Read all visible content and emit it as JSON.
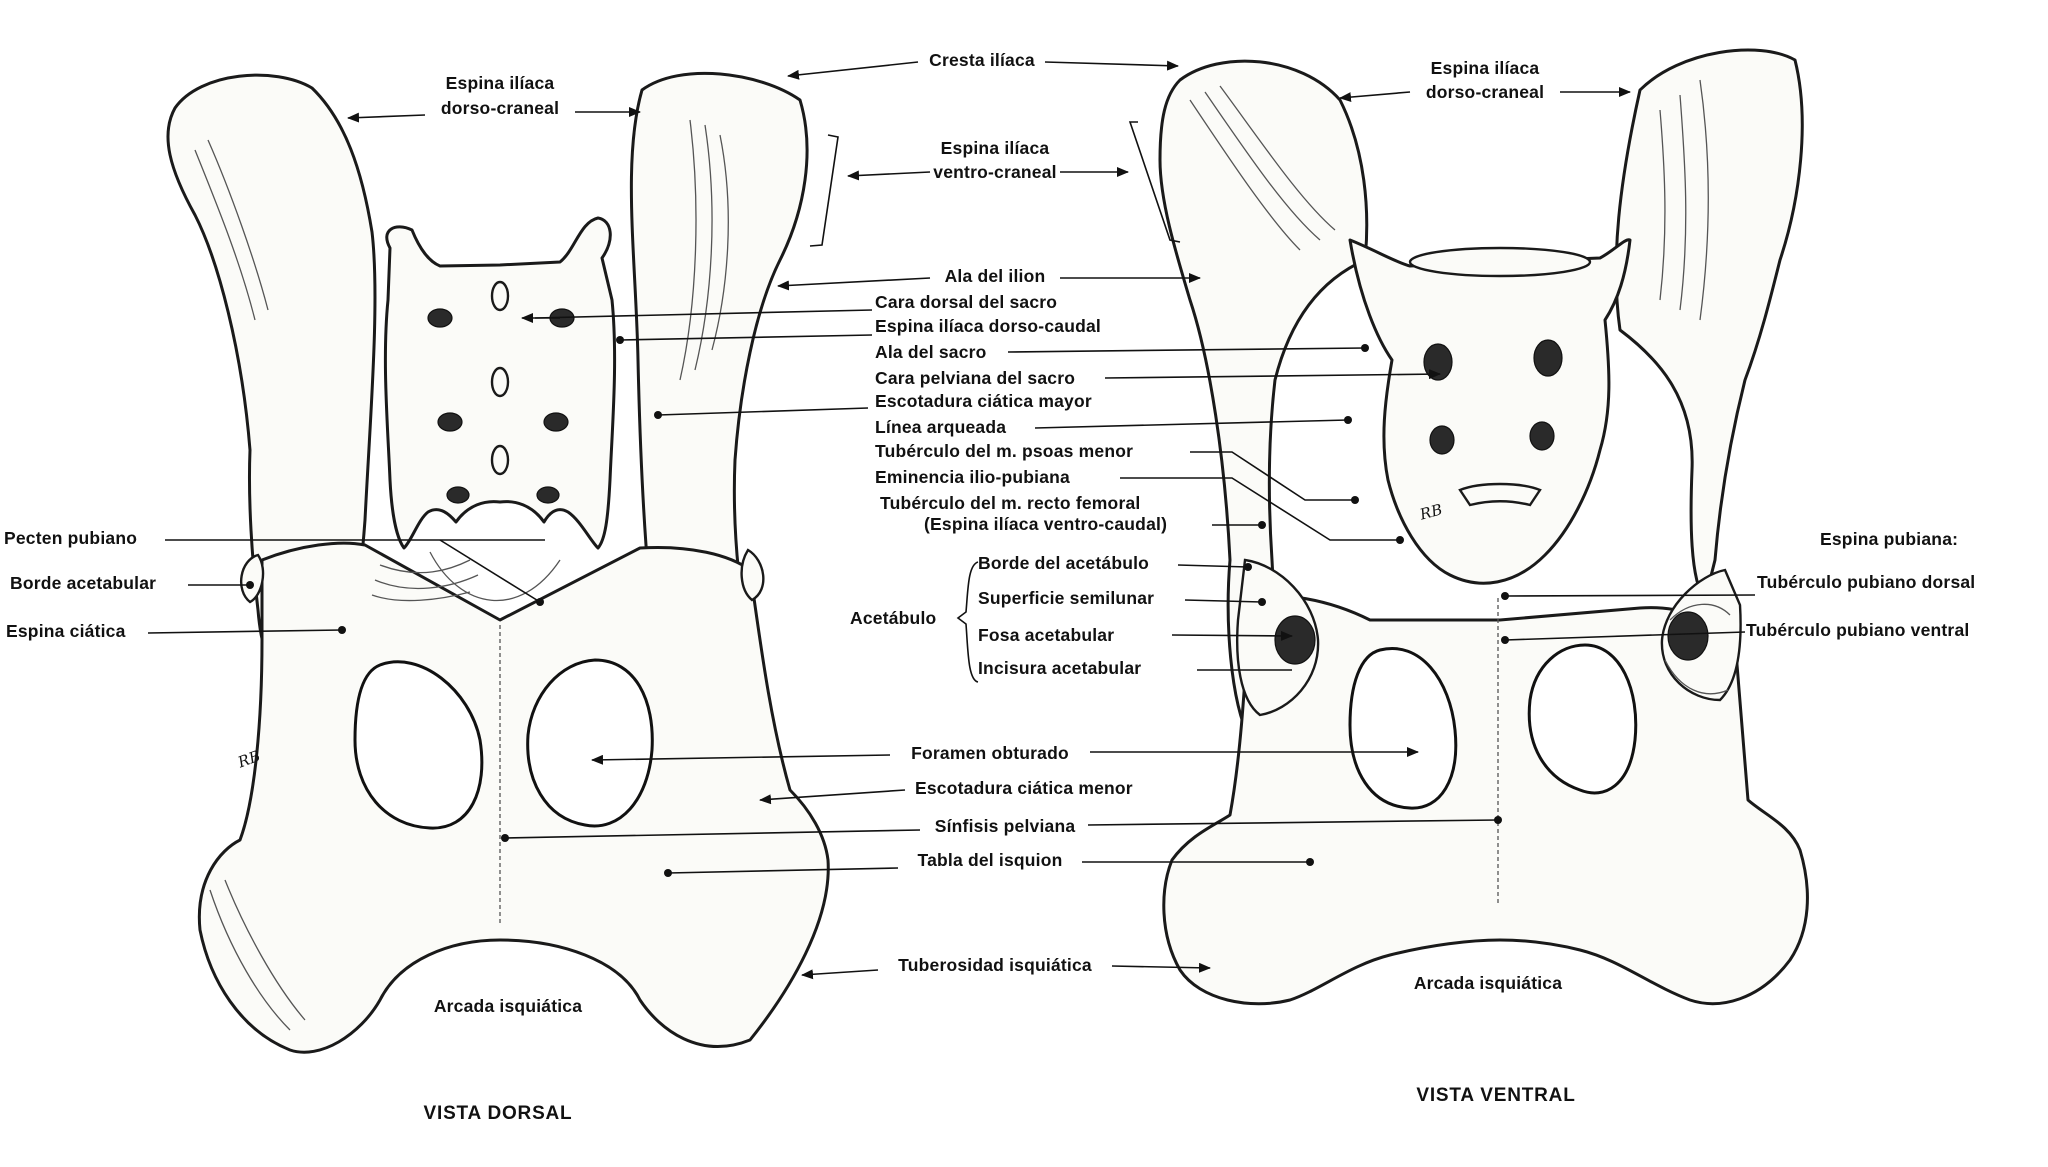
{
  "views": {
    "dorsal": {
      "title": "VISTA DORSAL",
      "arch": "Arcada isquiática",
      "signature": "RB",
      "labels_left": {
        "pecten": "Pecten pubiano",
        "borde": "Borde acetabular",
        "espina": "Espina ciática"
      }
    },
    "ventral": {
      "title": "VISTA VENTRAL",
      "arch": "Arcada isquiática",
      "signature": "RB",
      "labels_right": {
        "heading": "Espina pubiana:",
        "dorsal": "Tubérculo pubiano dorsal",
        "ventral": "Tubérculo pubiano ventral"
      }
    }
  },
  "top_labels": {
    "dorso_craneal_left": [
      "Espina ilíaca",
      "dorso-craneal"
    ],
    "dorso_craneal_right": [
      "Espina ilíaca",
      "dorso-craneal"
    ],
    "cresta": "Cresta ilíaca",
    "ventro_craneal": [
      "Espina ilíaca",
      "ventro-craneal"
    ]
  },
  "center_labels": [
    "Ala del ilion",
    "Cara dorsal del sacro",
    "Espina ilíaca dorso-caudal",
    "Ala del sacro",
    "Cara pelviana del sacro",
    "Escotadura ciática mayor",
    "Línea arqueada",
    "Tubérculo del m. psoas menor",
    "Eminencia ilio-pubiana",
    "Tubérculo del m. recto femoral",
    "(Espina ilíaca ventro-caudal)"
  ],
  "acetabulo": {
    "group": "Acetábulo",
    "items": [
      "Borde del acetábulo",
      "Superficie semilunar",
      "Fosa acetabular",
      "Incisura acetabular"
    ]
  },
  "bottom_labels": {
    "foramen": "Foramen obturado",
    "menor": "Escotadura ciática menor",
    "sinfisis": "Sínfisis pelviana",
    "tabla": "Tabla del isquion",
    "tuberosidad": "Tuberosidad isquiática"
  }
}
